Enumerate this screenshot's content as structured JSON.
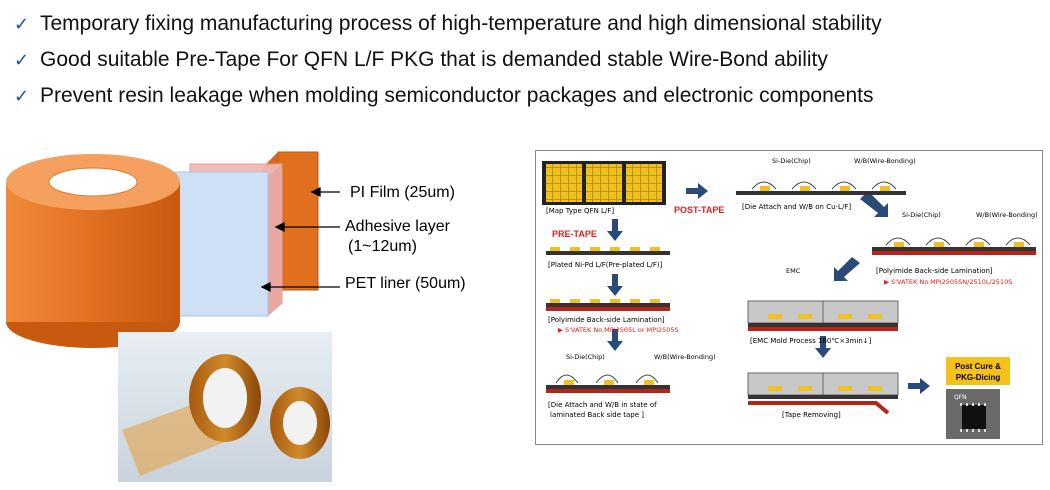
{
  "bullets": [
    "Temporary fixing manufacturing process of high-temperature and high dimensional stability",
    "Good suitable Pre-Tape For QFN L/F PKG that is demanded stable Wire-Bond ability",
    "Prevent resin leakage when molding semiconductor packages and electronic components"
  ],
  "check_symbol": "✓",
  "layers": {
    "pi_film": "PI Film (25um)",
    "adhesive_line1": "Adhesive layer",
    "adhesive_line2": "(1~12um)",
    "pet_liner": "PET liner (50um)"
  },
  "process": {
    "map_type": "[Map Type QFN L/F]",
    "post_tape": "POST-TAPE",
    "pre_tape": "PRE-TAPE",
    "plated": "[Plated Ni-Pd L/F(Pre-plated L/F)]",
    "polyimide_left": "[Polyimide Back-side Lamination]",
    "svatek_left": "▶ S'VATEK No.MPI2505L or MPI2505S",
    "si_die": "Si-Die(Chip)",
    "wb": "W/B(Wire-Bonding)",
    "die_attach_state_1": "[Die Attach and W/B in state of",
    "die_attach_state_2": "laminated Back side tape ]",
    "die_attach_cu": "[Die Attach and W/B on Cu-L/F]",
    "polyimide_right": "[Polyimide Back-side Lamination]",
    "svatek_right": "▶ S'VATEK No.MPI2505SN/2510L/2510S",
    "emc": "EMC",
    "emc_mold": "[EMC Mold Process 180℃×3min↓]",
    "tape_removing": "[Tape Removing]",
    "post_cure_1": "Post Cure &",
    "post_cure_2": "PKG-Dicing",
    "qfn": "QFN"
  },
  "colors": {
    "accent_blue": "#1f4e9a",
    "orange": "#e0701e",
    "pink": "#f2b8b3",
    "pet_blue": "#cfe0f4",
    "red_label": "#e02020",
    "gold": "#f0c020",
    "polyimide_red": "#b8231a",
    "post_cure_yellow": "#f6c21a"
  }
}
